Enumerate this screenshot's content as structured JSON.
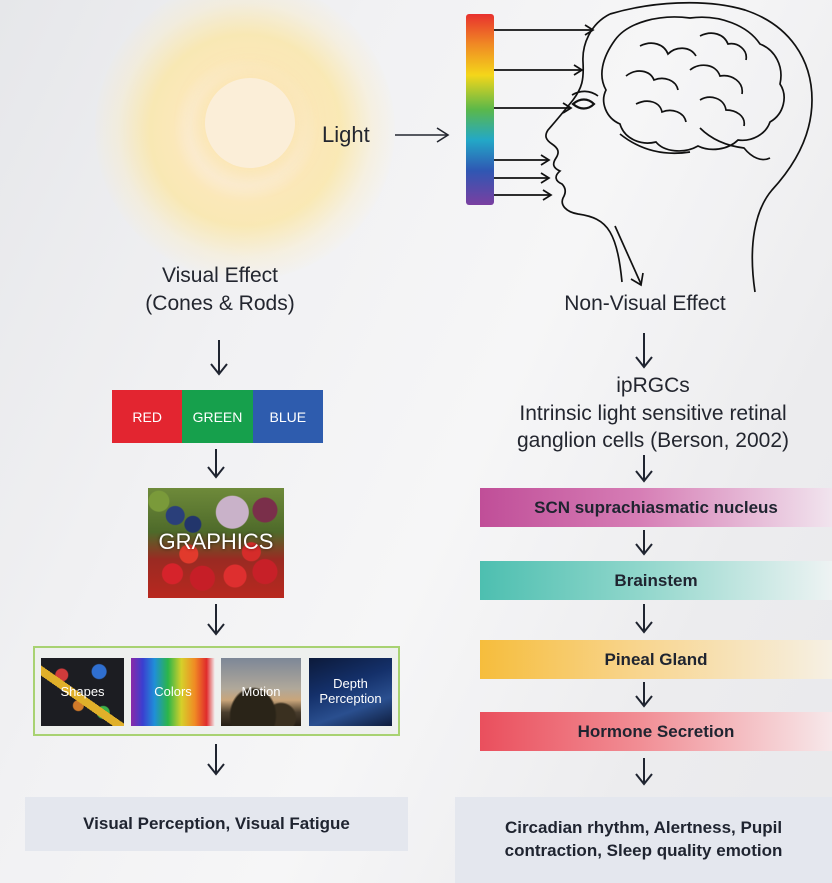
{
  "light": {
    "label": "Light"
  },
  "spectrum": {
    "colors": [
      "#e8312e",
      "#f08a24",
      "#f4d61a",
      "#5bb84a",
      "#23a8c7",
      "#2f57b3",
      "#7a3fa1"
    ]
  },
  "visual": {
    "title_line1": "Visual Effect",
    "title_line2": "(Cones & Rods)",
    "rgb": [
      {
        "label": "RED",
        "color": "#e32530"
      },
      {
        "label": "GREEN",
        "color": "#16a04c"
      },
      {
        "label": "BLUE",
        "color": "#2e5cae"
      }
    ],
    "graphics_label": "GRAPHICS",
    "tiles": [
      "Shapes",
      "Colors",
      "Motion",
      "Depth Perception"
    ],
    "result": "Visual Perception, Visual Fatigue"
  },
  "nonvisual": {
    "title": "Non-Visual Effect",
    "iprgc_title": "ipRGCs",
    "iprgc_line1": "Intrinsic light sensitive retinal",
    "iprgc_line2": "ganglion cells (Berson, 2002)",
    "stages": [
      {
        "label": "SCN suprachiasmatic nucleus",
        "color": "#c04e98"
      },
      {
        "label": "Brainstem",
        "color": "#4dbfb0"
      },
      {
        "label": "Pineal Gland",
        "color": "#f6bd3c"
      },
      {
        "label": "Hormone Secretion",
        "color": "#ea4f5d"
      }
    ],
    "result_line1": "Circadian rhythm, Alertness, Pupil",
    "result_line2": "contraction, Sleep quality emotion"
  }
}
